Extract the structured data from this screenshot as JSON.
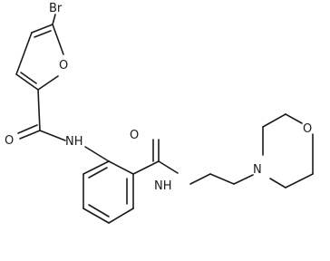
{
  "molecule": {
    "atoms": {
      "br": "Br",
      "o_furan": "O",
      "o_amide1": "O",
      "nh1": "NH",
      "o_amide2": "O",
      "nh2": "NH",
      "n_morph": "N",
      "o_morph": "O"
    }
  }
}
